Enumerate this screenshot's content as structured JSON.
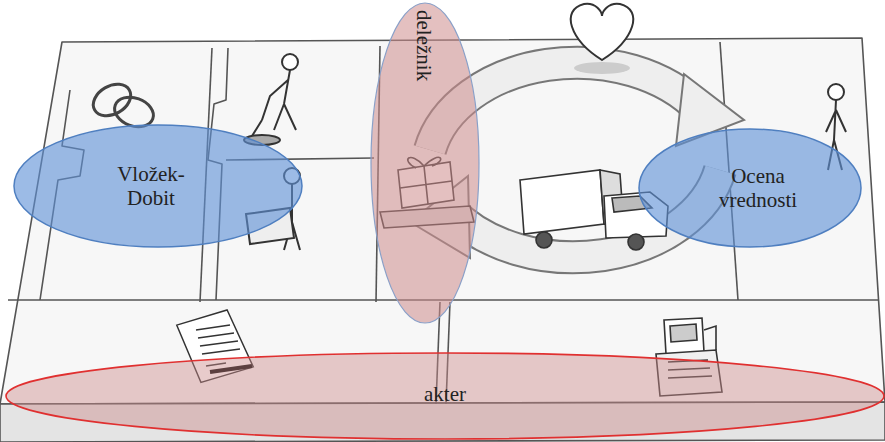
{
  "diagram": {
    "nodes": [
      {
        "text": [
          "Vložek- Dobit"
        ]
      },
      {
        "text": [
          "deležnik"
        ]
      },
      {
        "text": [
          "Ocena vrednosti"
        ]
      },
      {
        "text": [
          "akter"
        ]
      }
    ]
  }
}
